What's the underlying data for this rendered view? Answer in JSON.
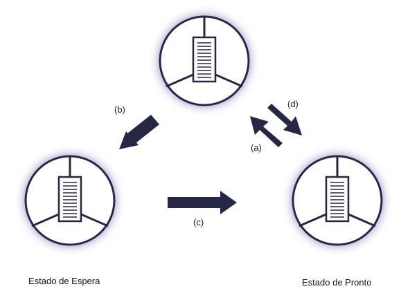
{
  "colors": {
    "ink": "#252745",
    "glow": "#8f8bc2",
    "stripe": "#252745"
  },
  "icons": {
    "process": "circle-with-document-icon",
    "arrow": "thick-arrow-icon"
  },
  "arrows": {
    "a": "(a)",
    "b": "(b)",
    "c": "(c)",
    "d": "(d)"
  },
  "states": {
    "waiting": "Estado de Espera",
    "ready": "Estado de Pronto"
  }
}
